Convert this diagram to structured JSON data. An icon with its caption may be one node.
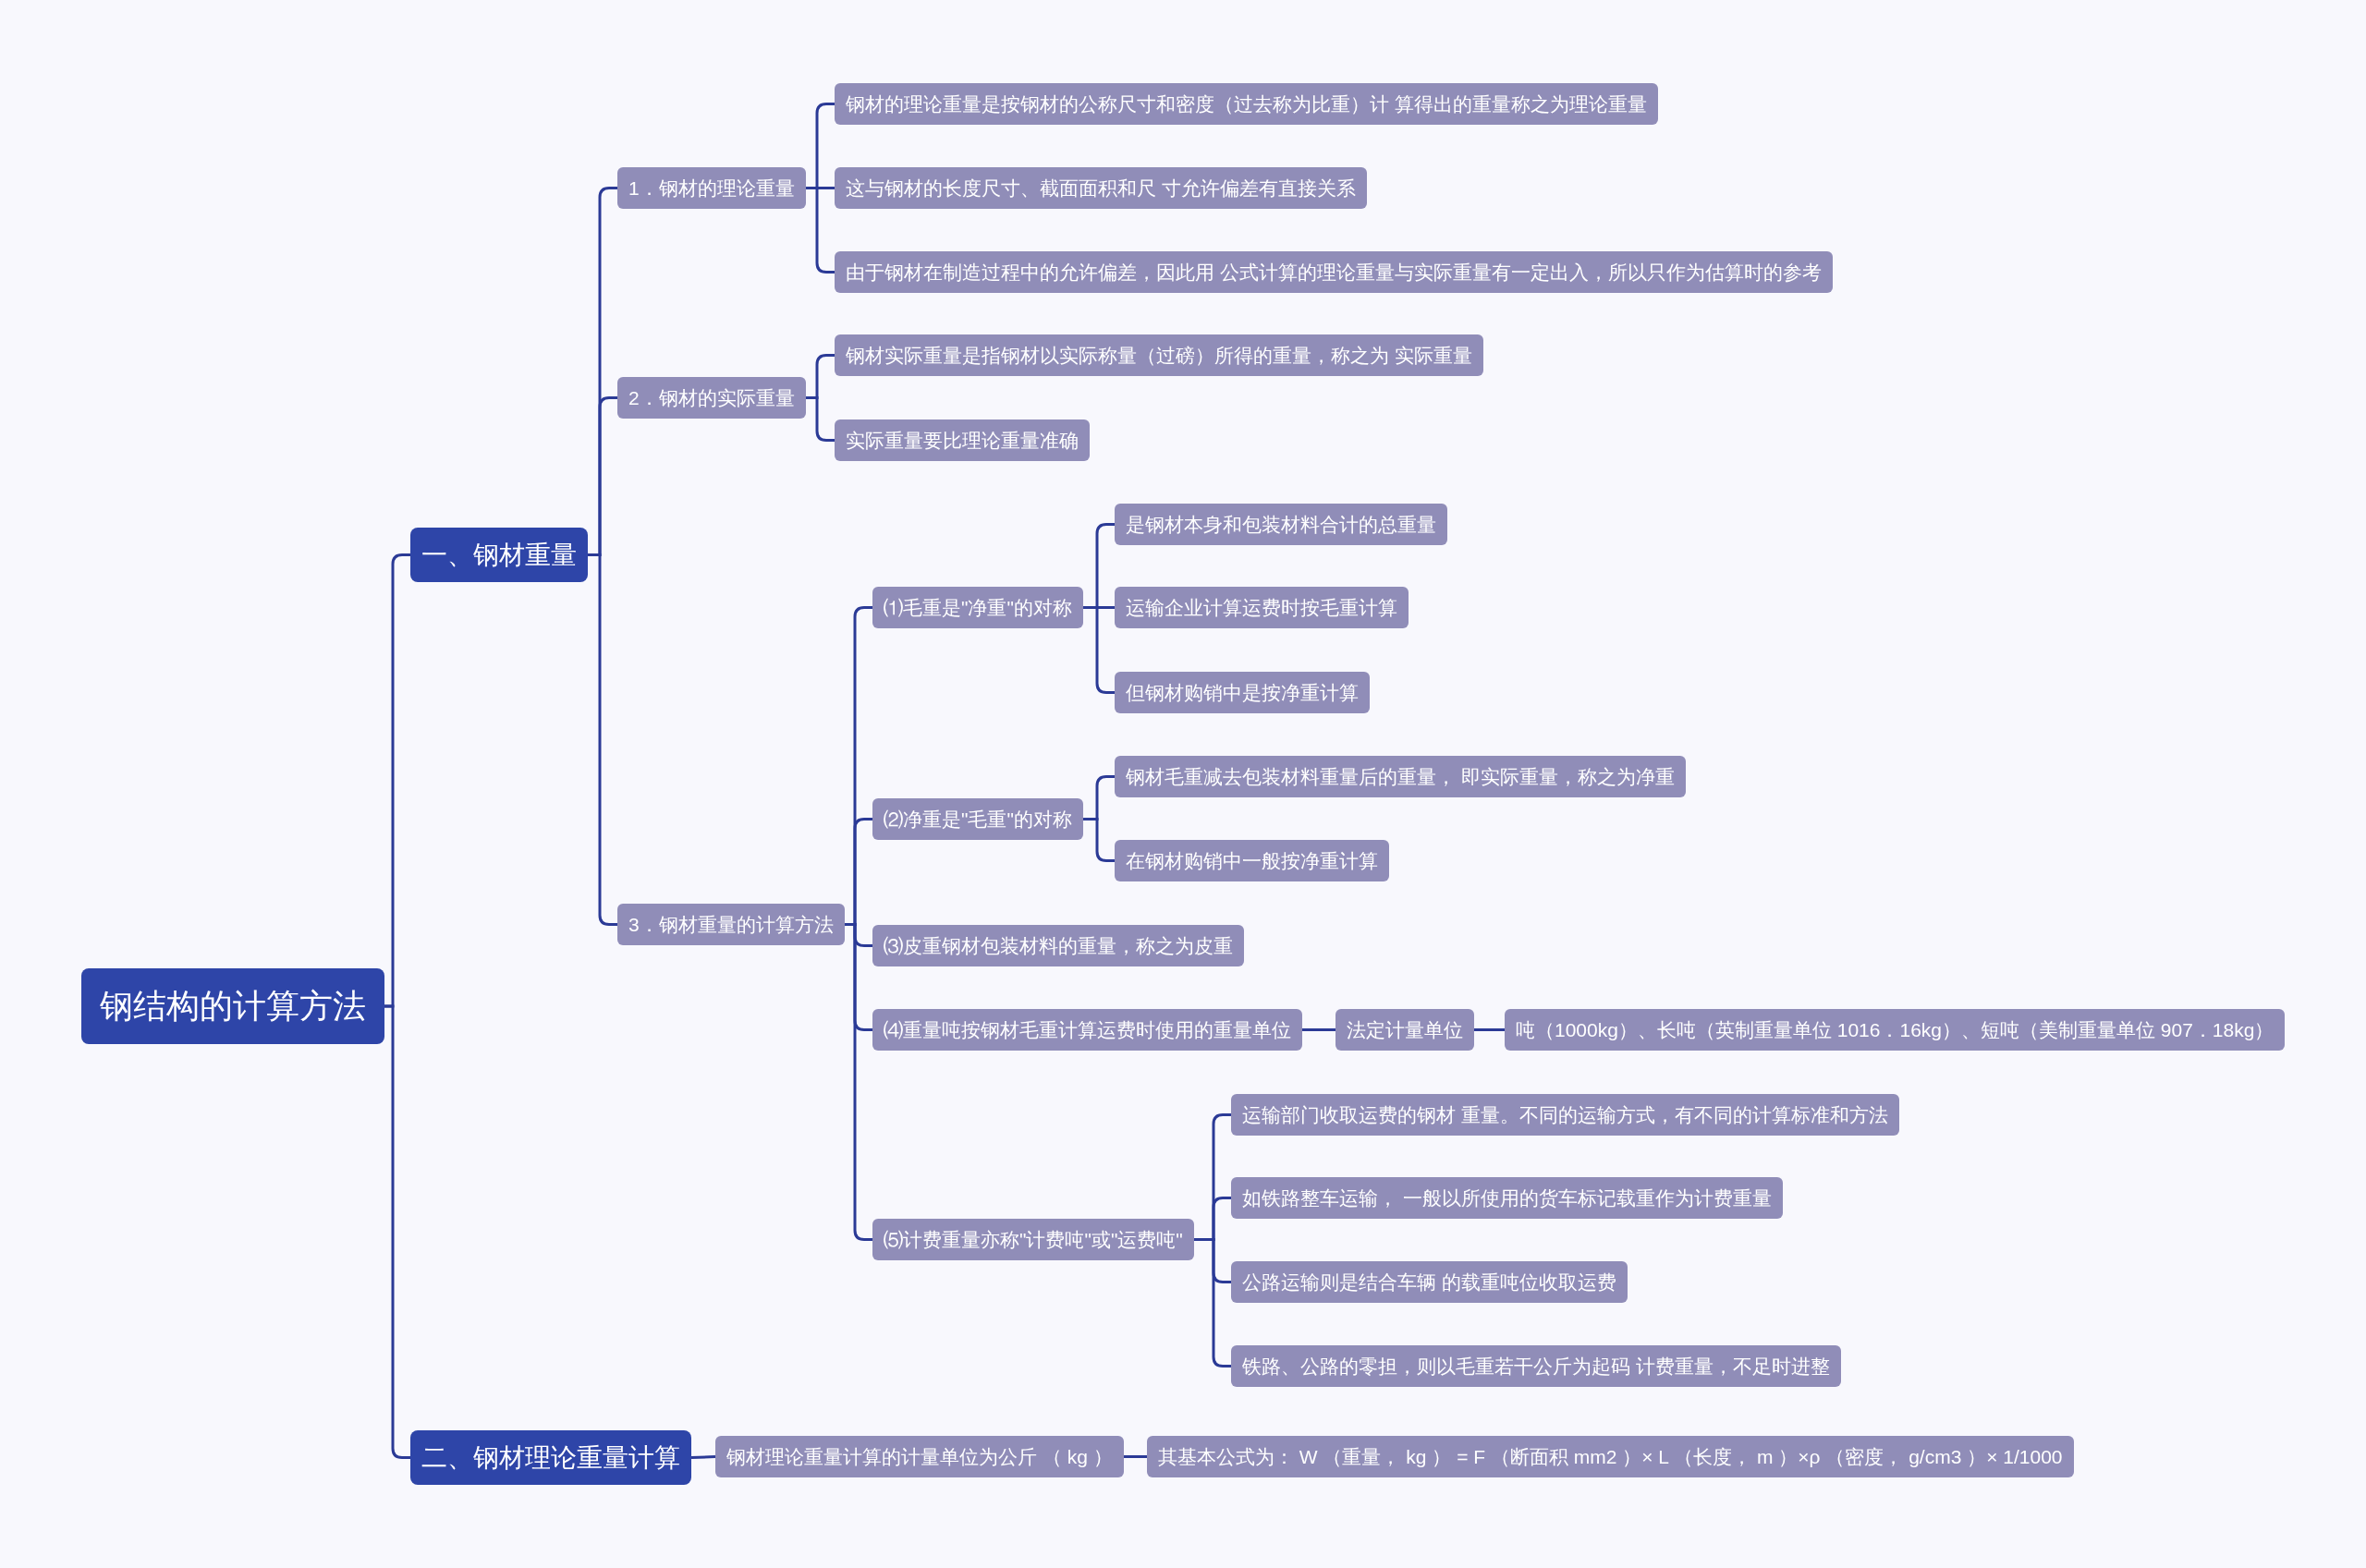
{
  "diagram": {
    "nodes": [
      {
        "text": [
          "钢结构的计算方法"
        ]
      },
      {
        "text": [
          "一、钢材重量"
        ]
      },
      {
        "text": [
          "1．钢材的理论重量"
        ]
      },
      {
        "text": [
          "钢材的理论重量是按钢材的公称尺寸和密度（过去称为比重）计 算得出的重量称之为理论重量"
        ]
      },
      {
        "text": [
          "这与钢材的长度尺寸、截面面积和尺 寸允许偏差有直接关系"
        ]
      },
      {
        "text": [
          "由于钢材在制造过程中的允许偏差，因此用 公式计算的理论重量与实际重量有一定出入，所以只作为估算时的参考"
        ]
      },
      {
        "text": [
          "2．钢材的实际重量"
        ]
      },
      {
        "text": [
          "钢材实际重量是指钢材以实际称量（过磅）所得的重量，称之为 实际重量"
        ]
      },
      {
        "text": [
          "实际重量要比理论重量准确"
        ]
      },
      {
        "text": [
          "3．钢材重量的计算方法"
        ]
      },
      {
        "text": [
          "⑴毛重是\"净重\"的对称"
        ]
      },
      {
        "text": [
          "是钢材本身和包装材料合计的总重量"
        ]
      },
      {
        "text": [
          "运输企业计算运费时按毛重计算"
        ]
      },
      {
        "text": [
          "但钢材购销中是按净重计算"
        ]
      },
      {
        "text": [
          "⑵净重是\"毛重\"的对称"
        ]
      },
      {
        "text": [
          "钢材毛重减去包装材料重量后的重量， 即实际重量，称之为净重"
        ]
      },
      {
        "text": [
          "在钢材购销中一般按净重计算"
        ]
      },
      {
        "text": [
          "⑶皮重钢材包装材料的重量，称之为皮重"
        ]
      },
      {
        "text": [
          "⑷重量吨按钢材毛重计算运费时使用的重量单位"
        ]
      },
      {
        "text": [
          "法定计量单位"
        ]
      },
      {
        "text": [
          "吨（1000kg）、长吨（英制重量单位 1016．16kg）、短吨（美制重量单位 907．18kg）"
        ]
      },
      {
        "text": [
          "⑸计费重量亦称\"计费吨\"或\"运费吨\""
        ]
      },
      {
        "text": [
          "运输部门收取运费的钢材 重量。不同的运输方式，有不同的计算标准和方法"
        ]
      },
      {
        "text": [
          "如铁路整车运输， 一般以所使用的货车标记载重作为计费重量"
        ]
      },
      {
        "text": [
          "公路运输则是结合车辆 的载重吨位收取运费"
        ]
      },
      {
        "text": [
          "铁路、公路的零担，则以毛重若干公斤为起码 计费重量，不足时进整"
        ]
      },
      {
        "text": [
          "二、钢材理论重量计算"
        ]
      },
      {
        "text": [
          "钢材理论重量计算的计量单位为公斤 （ kg ）"
        ]
      },
      {
        "text": [
          "其基本公式为： W （重量， kg ） = F （断面积 mm2 ）× L （长度， m ）×ρ （密度， g/cm3 ）× 1/1000"
        ]
      }
    ],
    "edges": [
      {
        "from": 0,
        "to": 1,
        "arrow": "none"
      },
      {
        "from": 0,
        "to": 26,
        "arrow": "none"
      },
      {
        "from": 1,
        "to": 2,
        "arrow": "none"
      },
      {
        "from": 1,
        "to": 6,
        "arrow": "none"
      },
      {
        "from": 1,
        "to": 9,
        "arrow": "none"
      },
      {
        "from": 2,
        "to": 3,
        "arrow": "none"
      },
      {
        "from": 2,
        "to": 4,
        "arrow": "none"
      },
      {
        "from": 2,
        "to": 5,
        "arrow": "none"
      },
      {
        "from": 6,
        "to": 7,
        "arrow": "none"
      },
      {
        "from": 6,
        "to": 8,
        "arrow": "none"
      },
      {
        "from": 9,
        "to": 10,
        "arrow": "none"
      },
      {
        "from": 9,
        "to": 14,
        "arrow": "none"
      },
      {
        "from": 9,
        "to": 17,
        "arrow": "none"
      },
      {
        "from": 9,
        "to": 18,
        "arrow": "none"
      },
      {
        "from": 9,
        "to": 21,
        "arrow": "none"
      },
      {
        "from": 10,
        "to": 11,
        "arrow": "none"
      },
      {
        "from": 10,
        "to": 12,
        "arrow": "none"
      },
      {
        "from": 10,
        "to": 13,
        "arrow": "none"
      },
      {
        "from": 14,
        "to": 15,
        "arrow": "none"
      },
      {
        "from": 14,
        "to": 16,
        "arrow": "none"
      },
      {
        "from": 18,
        "to": 19,
        "arrow": "none"
      },
      {
        "from": 19,
        "to": 20,
        "arrow": "none"
      },
      {
        "from": 21,
        "to": 22,
        "arrow": "none"
      },
      {
        "from": 21,
        "to": 23,
        "arrow": "none"
      },
      {
        "from": 21,
        "to": 24,
        "arrow": "none"
      },
      {
        "from": 21,
        "to": 25,
        "arrow": "none"
      },
      {
        "from": 26,
        "to": 27,
        "arrow": "none"
      },
      {
        "from": 27,
        "to": 28,
        "arrow": "none"
      }
    ]
  }
}
